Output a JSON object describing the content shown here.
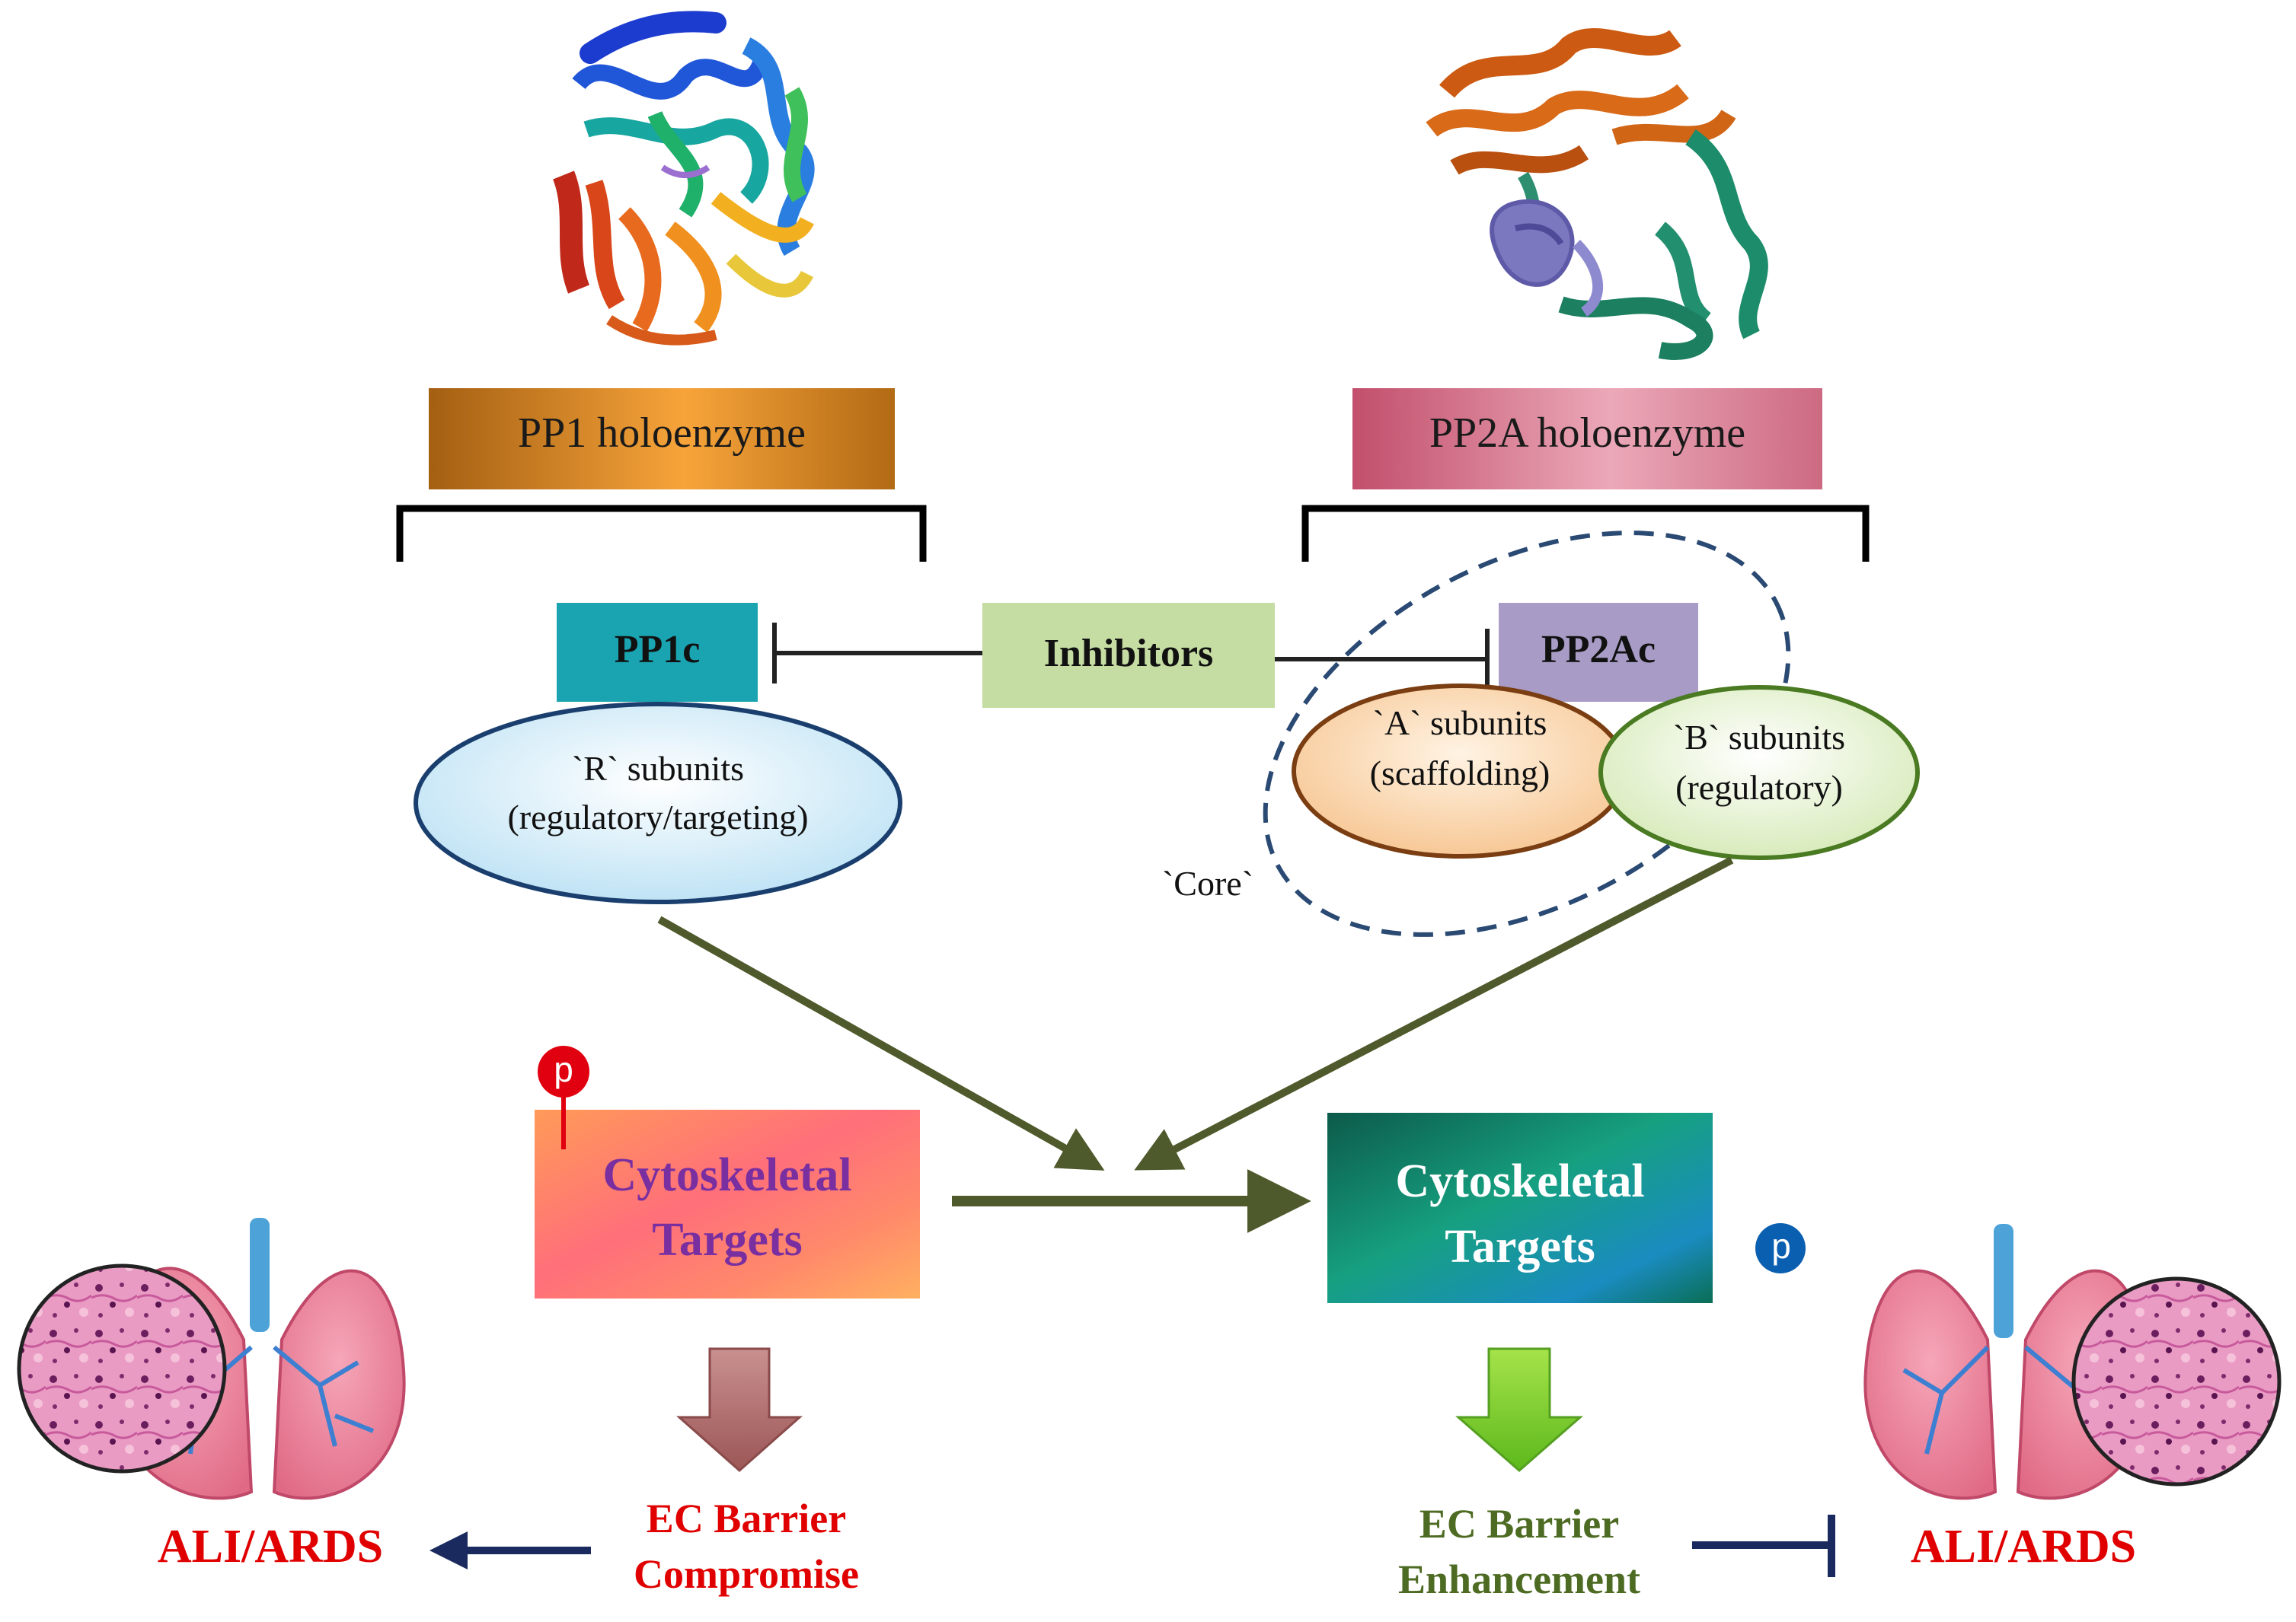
{
  "holoenzymes": {
    "pp1": "PP1 holoenzyme",
    "pp2a": "PP2A holoenzyme"
  },
  "subunits": {
    "pp1c": "PP1c",
    "pp2ac": "PP2Ac",
    "inhibitors": "Inhibitors",
    "r_line1": "`R` subunits",
    "r_line2": "(regulatory/targeting)",
    "a_line1": "`A` subunits",
    "a_line2": "(scaffolding)",
    "b_line1": "`B` subunits",
    "b_line2": "(regulatory)",
    "core": "`Core`"
  },
  "targets": {
    "left_line1": "Cytoskeletal",
    "left_line2": "Targets",
    "right_line1": "Cytoskeletal",
    "right_line2": "Targets",
    "phospho_marker": "p"
  },
  "outcomes": {
    "compromise_line1": "EC Barrier",
    "compromise_line2": "Compromise",
    "enhancement_line1": "EC Barrier",
    "enhancement_line2": "Enhancement",
    "disease_left": "ALI/ARDS",
    "disease_right": "ALI/ARDS"
  },
  "colors": {
    "pp1_box": "#b8741a",
    "pp2a_box": "#c9607a",
    "pp1c_box": "#1aa3b0",
    "pp2ac_box": "#a89cc6",
    "inhibitors_box": "#c5dca2",
    "r_ellipse": "#d8eef8",
    "a_ellipse": "#fbd9b2",
    "b_ellipse": "#e6f2d2",
    "left_target": "#ff8a6a",
    "right_target": "#127a5e",
    "arrow_olive": "#4f5a2c",
    "compromise_text": "#e00000",
    "enhancement_text": "#4d6b22",
    "navy": "#1a2a5e",
    "phospho_red": "#e00010",
    "phospho_blue": "#0b5fb0"
  }
}
